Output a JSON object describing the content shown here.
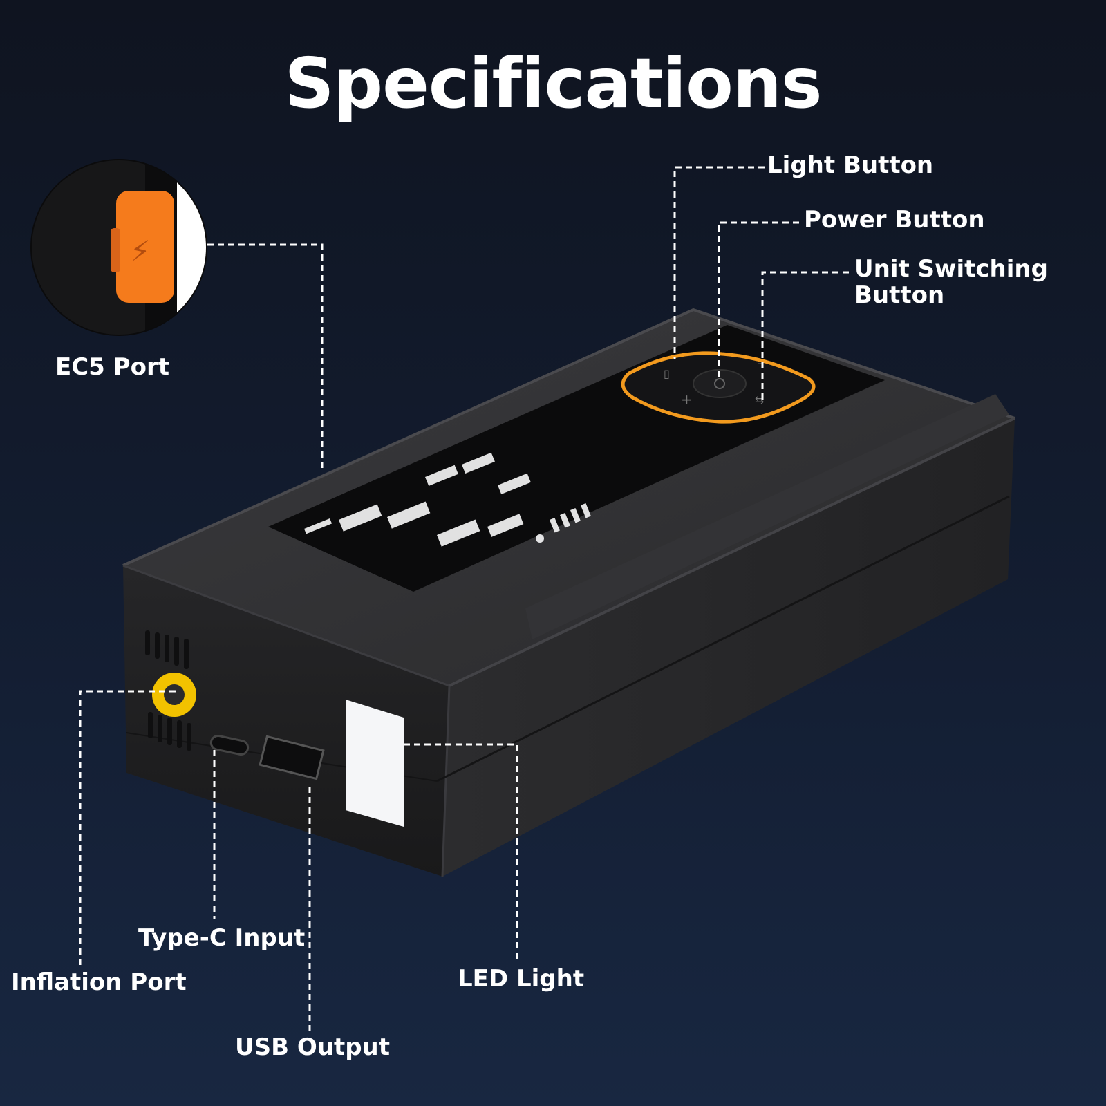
{
  "page": {
    "title": "Specifications"
  },
  "callouts": {
    "light_button": "Light Button",
    "power_button": "Power Button",
    "unit_switching_line1": "Unit Switching",
    "unit_switching_line2": "Button",
    "ec5_port": "EC5 Port",
    "type_c_input": "Type-C Input",
    "inflation_port": "Inflation Port",
    "usb_output": "USB Output",
    "led_light": "LED Light"
  },
  "icons": {
    "ec5_cap": "battery-clamp-icon",
    "power": "power-icon",
    "light": "light-icon",
    "plus": "plus-icon",
    "minus": "minus-icon",
    "unit_switch": "unit-switch-icon"
  },
  "colors": {
    "accent_orange": "#f29a1e",
    "port_yellow": "#f2c200",
    "device_body": "#2b2b2d",
    "background": "#131d31"
  }
}
